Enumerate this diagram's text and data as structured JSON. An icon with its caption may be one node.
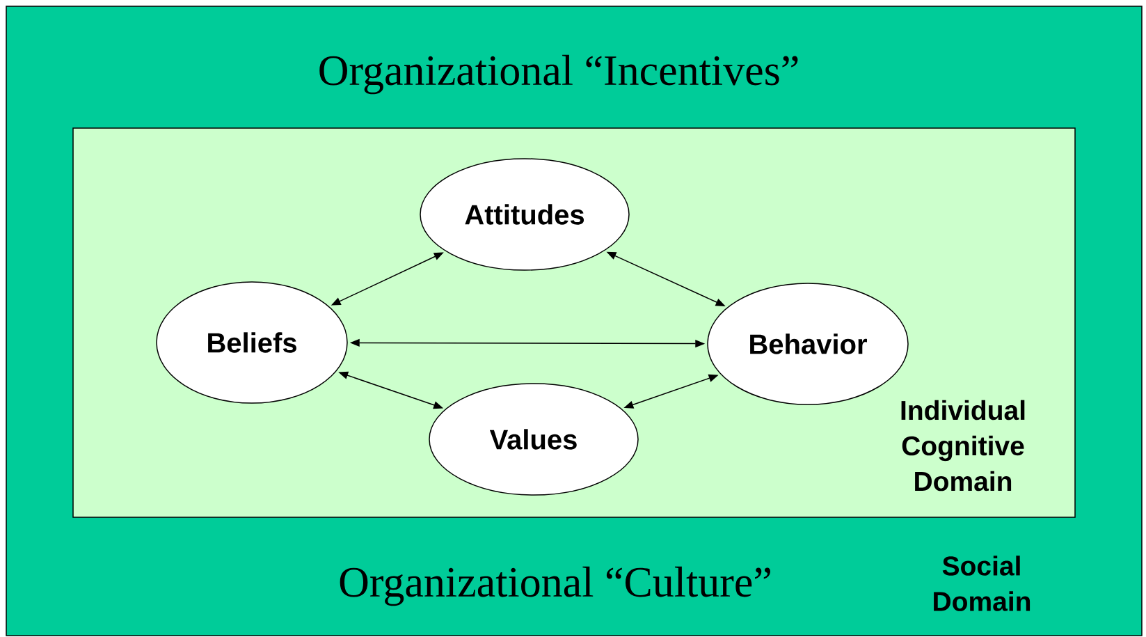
{
  "diagram": {
    "nodes": [
      {
        "text": [
          "Organizational “Incentives”",
          "Organizational “Culture”",
          "Social Domain"
        ]
      },
      {
        "text": [
          "Individual Cognitive Domain"
        ],
        "in": 0
      },
      {
        "text": [
          "Attitudes"
        ],
        "in": 1
      },
      {
        "text": [
          "Beliefs"
        ],
        "in": 1
      },
      {
        "text": [
          "Behavior"
        ],
        "in": 1
      },
      {
        "text": [
          "Values"
        ],
        "in": 1
      }
    ],
    "edges": [
      {
        "from": 3,
        "to": 2,
        "arrow": "both"
      },
      {
        "from": 2,
        "to": 4,
        "arrow": "both"
      },
      {
        "from": 3,
        "to": 4,
        "arrow": "both"
      },
      {
        "from": 3,
        "to": 5,
        "arrow": "both"
      },
      {
        "from": 5,
        "to": 4,
        "arrow": "both"
      }
    ]
  }
}
